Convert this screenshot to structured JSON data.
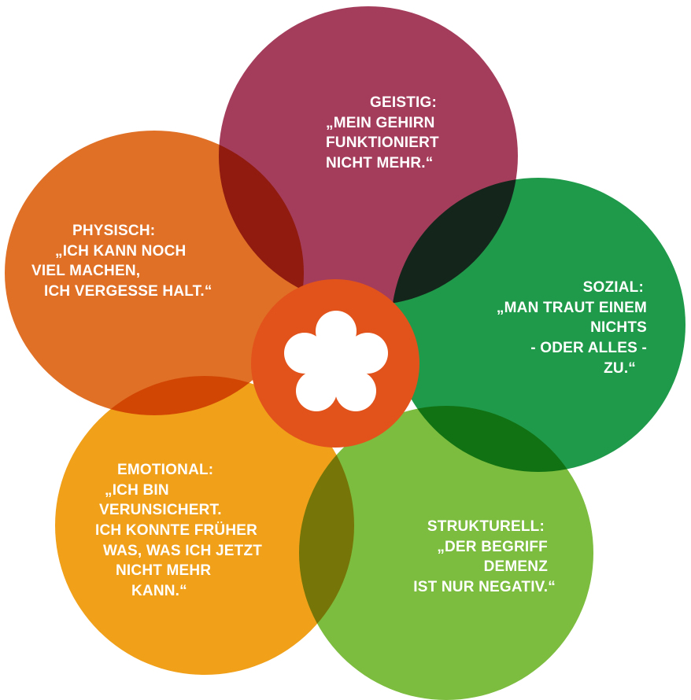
{
  "petals": {
    "geistig": {
      "color": "#a43d5c",
      "lines": [
        "GEISTIG:",
        "„MEIN GEHIRN",
        "FUNKTIONIERT",
        "NICHT MEHR.“"
      ]
    },
    "physisch": {
      "color": "#e07026",
      "lines": [
        "PHYSISCH:",
        "„ICH KANN NOCH",
        "VIEL MACHEN,",
        "ICH VERGESSE HALT.“"
      ]
    },
    "sozial": {
      "color": "#1f9a4a",
      "lines": [
        "SOZIAL:",
        "„MAN TRAUT EINEM",
        "NICHTS",
        "- ODER ALLES -",
        "ZU.“"
      ]
    },
    "emotional": {
      "color": "#f0a019",
      "lines": [
        "EMOTIONAL:",
        "„ICH BIN",
        "VERUNSICHERT.",
        "ICH KONNTE FRÜHER",
        "WAS, WAS ICH JETZT",
        "NICHT MEHR",
        "KANN.“"
      ]
    },
    "strukturell": {
      "color": "#7cbc3e",
      "lines": [
        "STRUKTURELL:",
        "„DER BEGRIFF",
        "DEMENZ",
        "IST NUR NEGATIV.“"
      ]
    }
  },
  "center": {
    "color": "#e2531c",
    "icon": "flower-icon",
    "icon_color": "#ffffff"
  }
}
